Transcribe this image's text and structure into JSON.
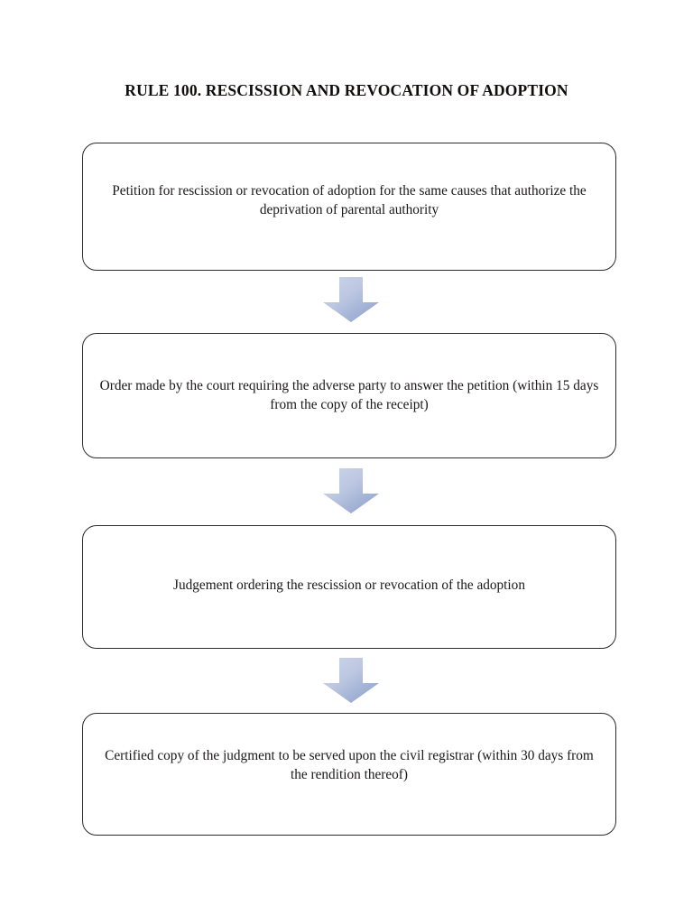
{
  "document": {
    "title": "RULE 100. RESCISSION AND REVOCATION OF ADOPTION"
  },
  "colors": {
    "box_border": "#2b2b2b",
    "box_fill": "#ffffff",
    "text": "#1a1718",
    "arrow_light": "#ccd5e9",
    "arrow_mid": "#b7c3e0",
    "arrow_dark": "#8fa2cb"
  },
  "chart_data": {
    "type": "diagram",
    "diagram_kind": "vertical-flowchart",
    "title": "RULE 100. RESCISSION AND REVOCATION OF ADOPTION",
    "node_count": 4,
    "connector_count": 3,
    "connector_type": "down-arrow",
    "nodes": [
      {
        "id": "step-1",
        "order": 1,
        "shape": "rounded-rectangle",
        "text": "Petition for rescission or revocation of adoption  for the same causes that authorize the deprivation of parental authority"
      },
      {
        "id": "step-2",
        "order": 2,
        "shape": "rounded-rectangle",
        "text": "Order made by the court requiring the adverse party to answer the petition (within 15 days from the copy of the receipt)"
      },
      {
        "id": "step-3",
        "order": 3,
        "shape": "rounded-rectangle",
        "text": "Judgement ordering the rescission or revocation of the adoption"
      },
      {
        "id": "step-4",
        "order": 4,
        "shape": "rounded-rectangle",
        "text": "Certified copy of the judgment to be served upon the civil registrar (within 30 days from the rendition thereof)"
      }
    ],
    "edges": [
      {
        "id": "edge-1",
        "from": "step-1",
        "to": "step-2",
        "label": ""
      },
      {
        "id": "edge-2",
        "from": "step-2",
        "to": "step-3",
        "label": ""
      },
      {
        "id": "edge-3",
        "from": "step-3",
        "to": "step-4",
        "label": ""
      }
    ]
  },
  "flow": {
    "boxes": [
      {
        "text": "Petition for rescission or revocation of adoption  for the same causes that authorize the deprivation of parental authority"
      },
      {
        "text": "Order made by the court requiring the adverse party to answer the petition (within 15 days from the copy of the receipt)"
      },
      {
        "text": "Judgement ordering the rescission or revocation of the adoption"
      },
      {
        "text": "Certified copy of the judgment to be served upon the civil registrar (within 30 days from the rendition thereof)"
      }
    ]
  }
}
